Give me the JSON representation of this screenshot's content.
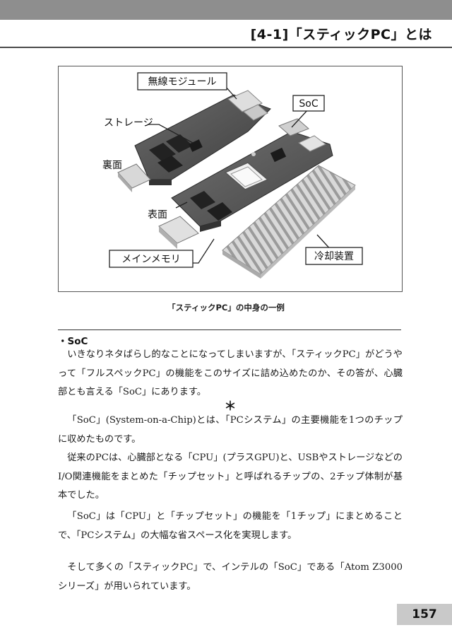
{
  "header": {
    "title": "[4-1]「スティックPC」とは"
  },
  "figure": {
    "labels": {
      "wireless": "無線モジュール",
      "soc": "SoC",
      "storage": "ストレージ",
      "back": "裏面",
      "front": "表面",
      "memory": "メインメモリ",
      "cooling": "冷却装置"
    },
    "caption": "「スティックPC」の中身の一例"
  },
  "section": {
    "heading": "・SoC",
    "paragraph1": "いきなりネタばらし的なことになってしまいますが、「スティックPC」がどうやって「フルスペックPC」の機能をこのサイズに詰め込めたのか、その答が、心臓部とも言える「SoC」にあります。",
    "separator": "＊",
    "paragraph2": "「SoC」(System-on-a-Chip)とは、「PCシステム」の主要機能を1つのチップに収めたものです。",
    "paragraph3": "従来のPCは、心臓部となる「CPU」(プラスGPU)と、USBやストレージなどのI/O関連機能をまとめた「チップセット」と呼ばれるチップの、2チップ体制が基本でした。",
    "paragraph4": "「SoC」は「CPU」と「チップセット」の機能を「1チップ」にまとめることで、「PCシステム」の大幅な省スペース化を実現します。",
    "paragraph5": "そして多くの「スティックPC」で、インテルの「SoC」である「Atom Z3000シリーズ」が用いられています。"
  },
  "page_number": "157"
}
